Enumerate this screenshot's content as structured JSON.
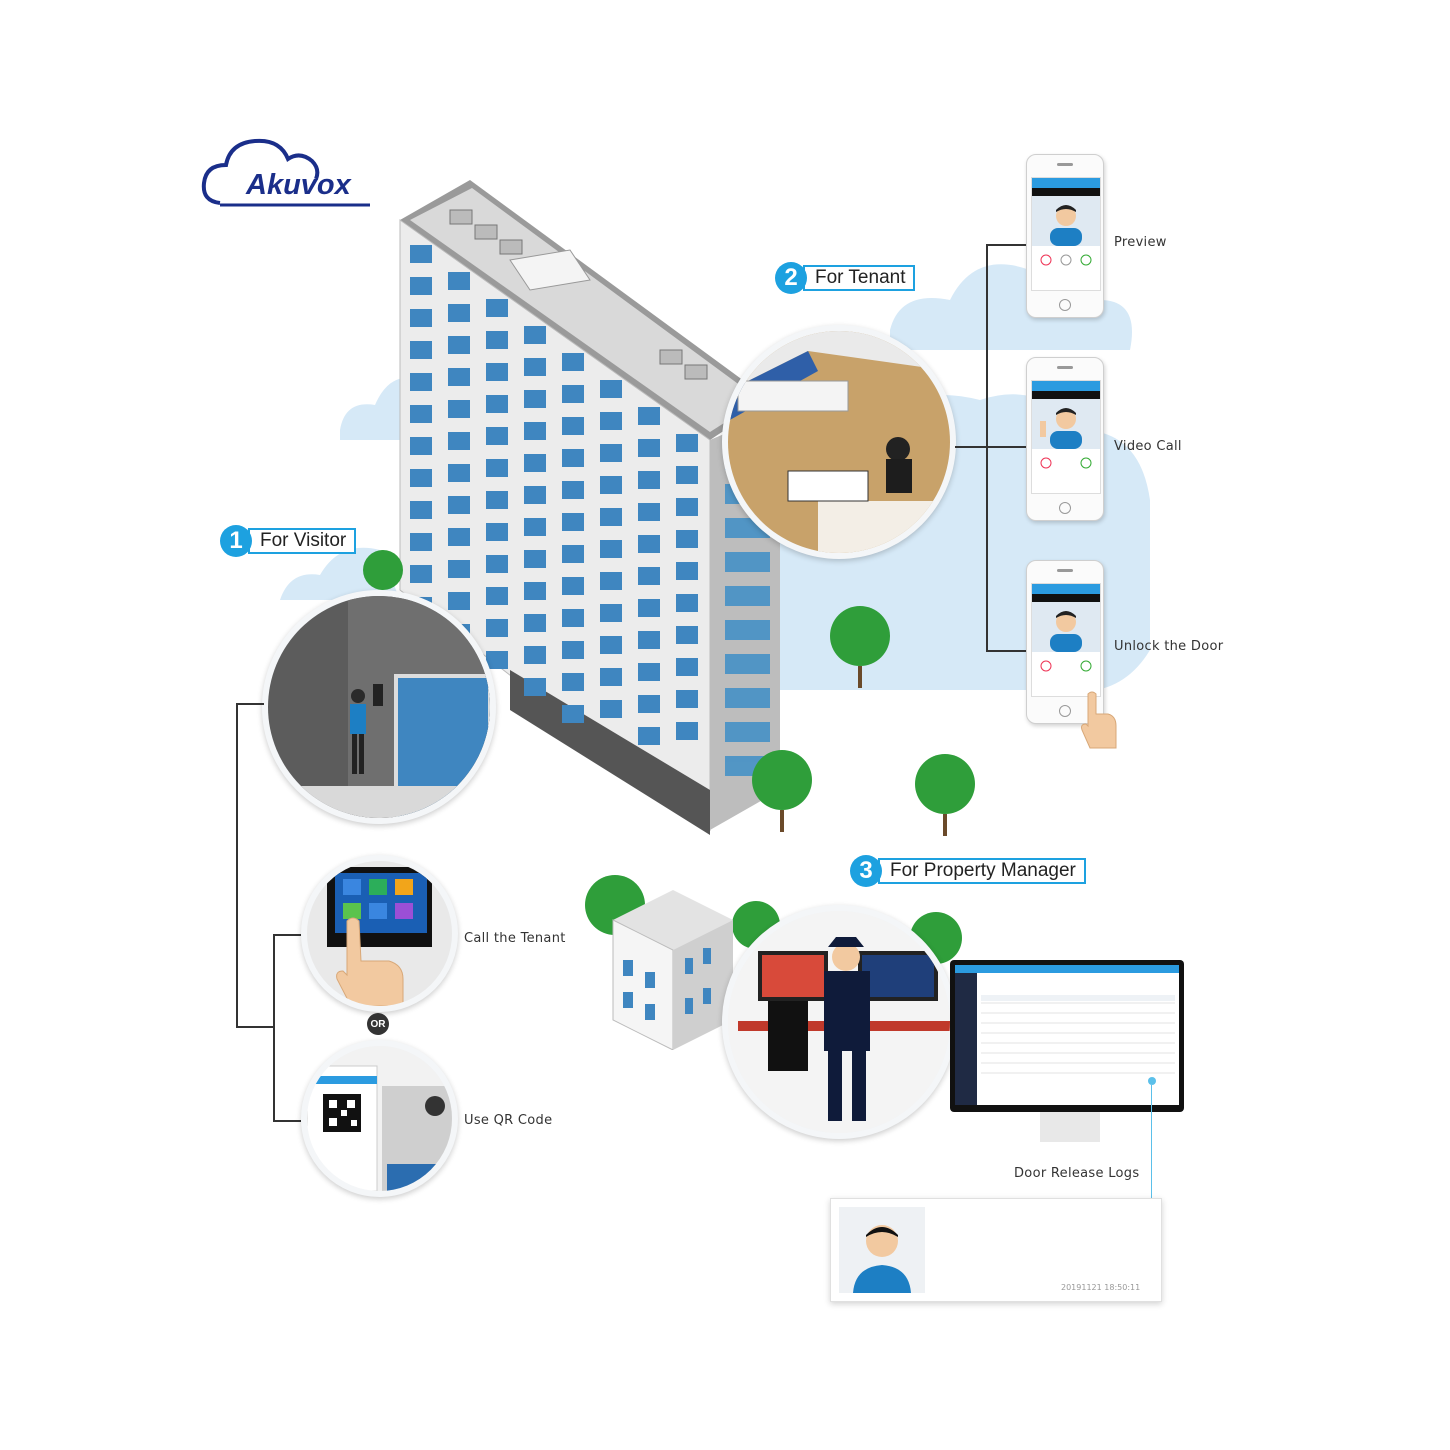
{
  "brand": {
    "logo_text": "Akuvox",
    "color": "#1a2e8a"
  },
  "accent_color": "#1da1e0",
  "steps": [
    {
      "number": "1",
      "label": "For Visitor"
    },
    {
      "number": "2",
      "label": "For Tenant"
    },
    {
      "number": "3",
      "label": "For Property Manager"
    }
  ],
  "tenant_phones": [
    {
      "caption": "Preview"
    },
    {
      "caption": "Video Call"
    },
    {
      "caption": "Unlock the Door"
    }
  ],
  "visitor_options": {
    "call": "Call the Tenant",
    "or": "OR",
    "qr": "Use QR Code"
  },
  "manager": {
    "logs_caption": "Door Release Logs",
    "log_timestamp": "20191121  18:50:11"
  }
}
